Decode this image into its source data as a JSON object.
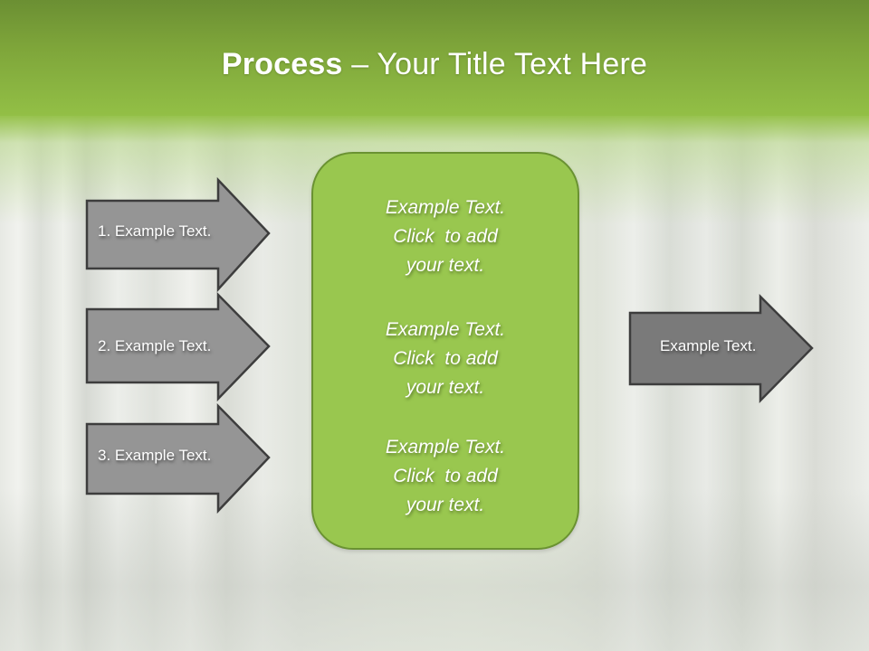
{
  "slide": {
    "title": {
      "bold": "Process",
      "rest": " – Your Title Text Here"
    },
    "input_arrows": [
      {
        "label": "1. Example Text."
      },
      {
        "label": "2. Example Text."
      },
      {
        "label": "3. Example Text."
      }
    ],
    "center_box": {
      "blocks": [
        {
          "line1": "Example Text.",
          "line2": "Click  to add",
          "line3": "your text."
        },
        {
          "line1": "Example Text.",
          "line2": "Click  to add",
          "line3": "your text."
        },
        {
          "line1": "Example Text.",
          "line2": "Click  to add",
          "line3": "your text."
        }
      ]
    },
    "output_arrow": {
      "label": "Example Text."
    },
    "colors": {
      "header_green": "#7ea53a",
      "box_green": "#99c74f",
      "box_border": "#6a9232",
      "input_arrow_fill": "#959595",
      "output_arrow_fill": "#7a7a7a",
      "arrow_border": "#3d3d3d",
      "text": "#ffffff"
    }
  }
}
